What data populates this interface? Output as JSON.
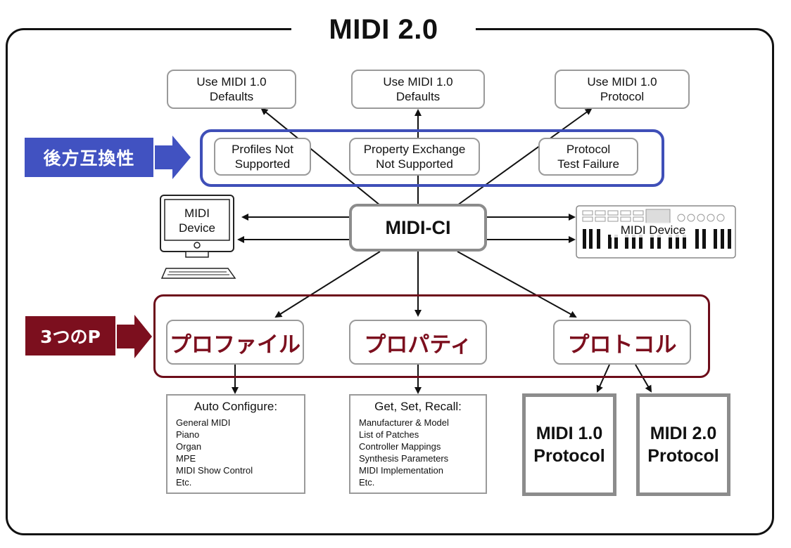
{
  "title": "MIDI 2.0",
  "defaults": [
    {
      "line1": "Use MIDI 1.0",
      "line2": "Defaults"
    },
    {
      "line1": "Use MIDI 1.0",
      "line2": "Defaults"
    },
    {
      "line1": "Use MIDI 1.0",
      "line2": "Protocol"
    }
  ],
  "fallback": {
    "label": "後方互換性",
    "boxes": [
      {
        "line1": "Profiles Not",
        "line2": "Supported"
      },
      {
        "line1": "Property Exchange",
        "line2": "Not Supported"
      },
      {
        "line1": "Protocol",
        "line2": "Test Failure"
      }
    ]
  },
  "ci_label": "MIDI-CI",
  "devices": {
    "computer": {
      "line1": "MIDI",
      "line2": "Device"
    },
    "keyboard": "MIDI Device"
  },
  "three_p": {
    "label": "3つのP",
    "items": [
      "プロファイル",
      "プロパティ",
      "プロトコル"
    ]
  },
  "profiles_detail": {
    "heading": "Auto Configure:",
    "items": [
      "General MIDI",
      "Piano",
      "Organ",
      "MPE",
      "MIDI Show Control",
      "Etc."
    ]
  },
  "properties_detail": {
    "heading": "Get, Set, Recall:",
    "items": [
      "Manufacturer & Model",
      "List of Patches",
      "Controller Mappings",
      "Synthesis Parameters",
      "MIDI Implementation",
      "Etc."
    ]
  },
  "protocols": [
    {
      "line1": "MIDI 1.0",
      "line2": "Protocol"
    },
    {
      "line1": "MIDI 2.0",
      "line2": "Protocol"
    }
  ],
  "colors": {
    "blue": "#4152c1",
    "red": "#7c0f1e",
    "grey": "#8c8c8c"
  }
}
